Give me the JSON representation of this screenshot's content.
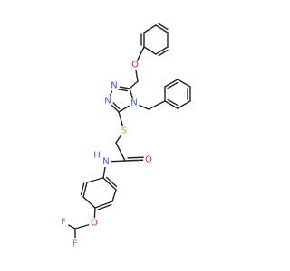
{
  "colors": {
    "bond": "#222222",
    "O": "#e8262b",
    "N": "#3f56d8",
    "S": "#c9a800",
    "F": "#4fae32",
    "H": "#3f56d8"
  },
  "labels": {
    "o_ether_top": "O",
    "n_triazole_1": "N",
    "n_triazole_2": "N",
    "n_triazole_4": "N",
    "s_thioether": "S",
    "o_carbonyl": "O",
    "nh_amide": "H",
    "n_amide": "N",
    "o_ether_bottom": "O",
    "f_upper": "F",
    "f_lower": "F"
  }
}
